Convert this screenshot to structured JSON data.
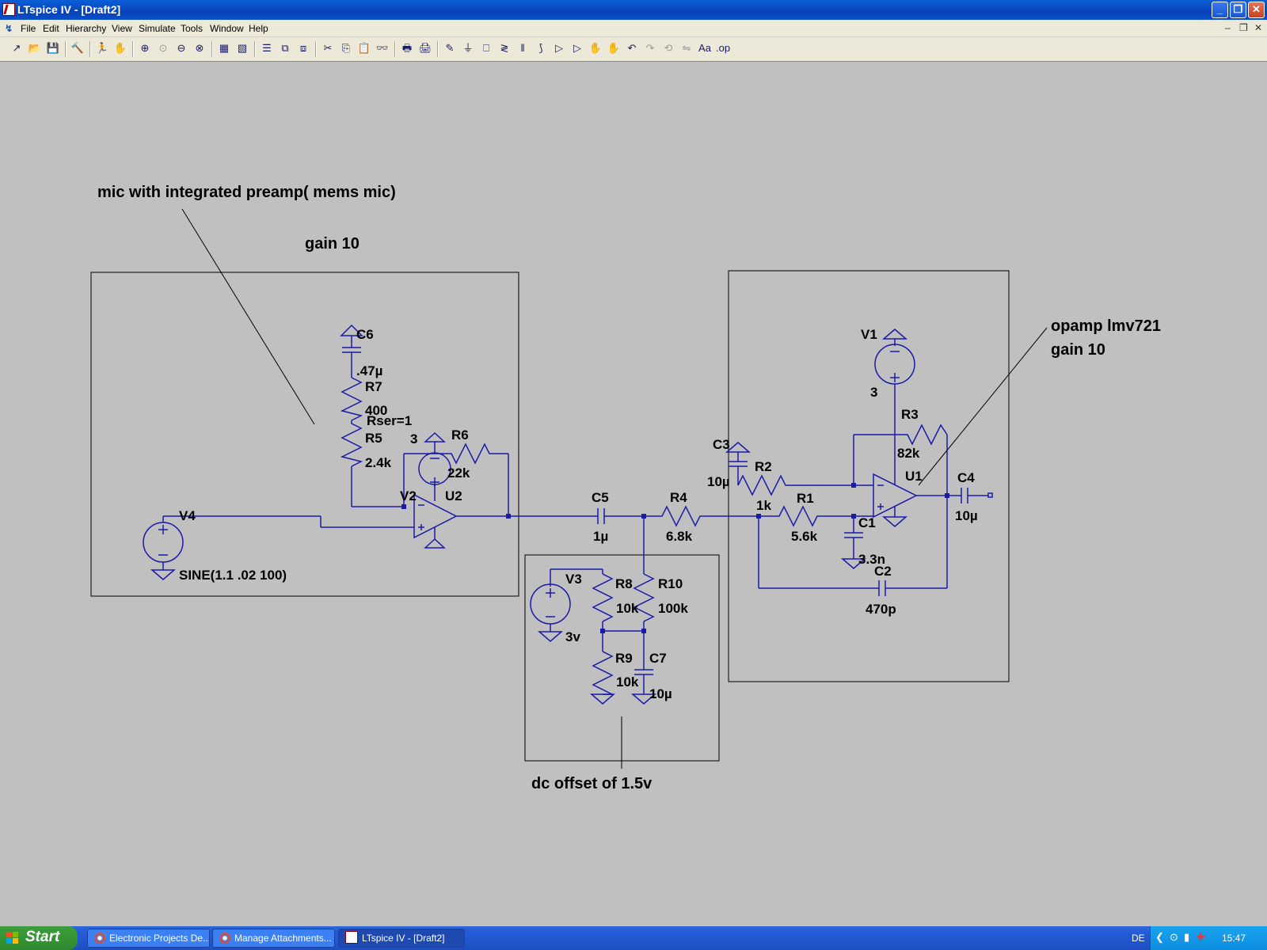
{
  "window": {
    "title": "LTspice IV - [Draft2]",
    "minimize_label": "_",
    "maximize_label": "❐",
    "close_label": "✕"
  },
  "menu": {
    "items": [
      "File",
      "Edit",
      "Hierarchy",
      "View",
      "Simulate",
      "Tools",
      "Window",
      "Help"
    ],
    "mdi_buttons": [
      "–",
      "❐",
      "✕"
    ]
  },
  "toolbar": {
    "icons": [
      "new-schematic-icon",
      "open-icon",
      "save-icon",
      "control-panel-icon",
      "run-icon",
      "halt-icon",
      "zoom-in-icon",
      "pan-icon",
      "zoom-out-icon",
      "zoom-cancel-icon",
      "autorange-icon",
      "tile-icon",
      "horizontal-tile-icon",
      "vertical-tile-icon",
      "cascade-icon",
      "cut-icon",
      "copy-icon",
      "paste-icon",
      "find-icon",
      "print-setup-icon",
      "print-icon",
      "wire-icon",
      "ground-icon",
      "label-net-icon",
      "resistor-icon",
      "capacitor-icon",
      "inductor-icon",
      "diode-icon",
      "component-icon",
      "move-icon",
      "drag-icon",
      "undo-icon",
      "redo-icon",
      "rotate-icon",
      "mirror-icon",
      "text-icon",
      "spice-directive-icon"
    ],
    "glyphs": [
      "↗",
      "📂",
      "💾",
      "🔨",
      "🏃",
      "✋",
      "⊕",
      "⊙",
      "⊖",
      "⊗",
      "▦",
      "▧",
      "☰",
      "⧉",
      "⧈",
      "✂",
      "⎘",
      "📋",
      "👓",
      "🖶",
      "🖨",
      "✎",
      "⏚",
      "⎕",
      "≷",
      "‖",
      "⟆",
      "▷",
      "▷",
      "✋",
      "✋",
      "↶",
      "↷",
      "⟲",
      "⇋",
      "Aa",
      ".op"
    ]
  },
  "schematic": {
    "comments": {
      "mic": "mic with integrated preamp( mems mic)",
      "gain_left": "gain 10",
      "opamp": "opamp lmv721",
      "gain_right": "gain 10",
      "dc_offset": "dc offset of 1.5v"
    },
    "labels": {
      "C6": "C6",
      "C6_val": ".47µ",
      "R7": "R7",
      "R7_val": "400",
      "R7_rser": "Rser=1",
      "R5": "R5",
      "R5_val": "2.4k",
      "V2": "V2",
      "V2_val": "3",
      "R6": "R6",
      "R6_val": "22k",
      "U2": "U2",
      "V4": "V4",
      "V4_val": "SINE(1.1 .02 100)",
      "C5": "C5",
      "C5_val": "1µ",
      "R4": "R4",
      "R4_val": "6.8k",
      "V3": "V3",
      "V3_val": "3v",
      "R8": "R8",
      "R8_val": "10k",
      "R10": "R10",
      "R10_val": "100k",
      "R9": "R9",
      "R9_val": "10k",
      "C7": "C7",
      "C7_val": "10µ",
      "C3": "C3",
      "C3_val": "10µ",
      "R2": "R2",
      "R2_val": "1k",
      "R1": "R1",
      "R1_val": "5.6k",
      "C1": "C1",
      "C1_val": "3.3n",
      "C2": "C2",
      "C2_val": "470p",
      "V1": "V1",
      "V1_val": "3",
      "R3": "R3",
      "R3_val": "82k",
      "U1": "U1",
      "C4": "C4",
      "C4_val": "10µ"
    }
  },
  "taskbar": {
    "start_label": "Start",
    "tasks": [
      "Electronic Projects De...",
      "Manage Attachments...",
      "LTspice IV - [Draft2]"
    ],
    "language": "DE",
    "clock": "15:47"
  },
  "colors": {
    "wire": "#1a1aa8",
    "canvas": "#c0c0c0",
    "titlebar": "#0a50c8"
  }
}
